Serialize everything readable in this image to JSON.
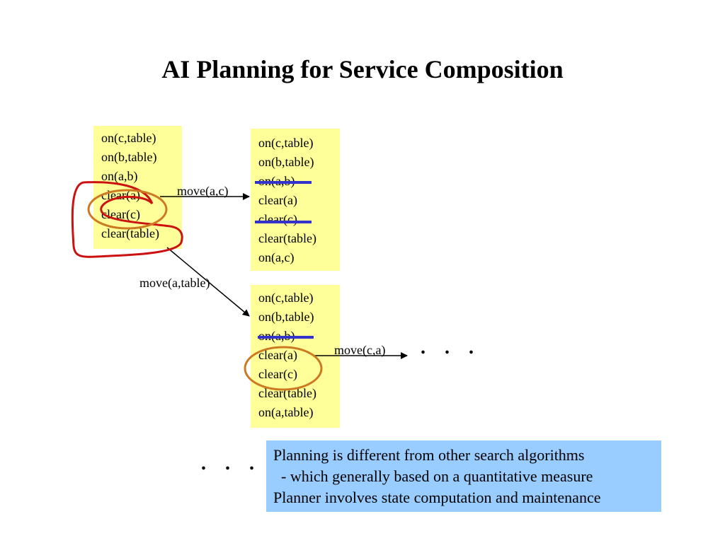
{
  "title": "AI Planning for Service Composition",
  "states": {
    "initial": [
      "on(c,table)",
      "on(b,table)",
      "on(a,b)",
      "clear(a)",
      "clear(c)",
      "clear(table)"
    ],
    "after_move_a_c": [
      "on(c,table)",
      "on(b,table)",
      "on(a,b)",
      "clear(a)",
      "clear(c)",
      "clear(table)",
      "on(a,c)"
    ],
    "after_move_a_table": [
      "on(c,table)",
      "on(b,table)",
      "on(a,b)",
      "clear(a)",
      "clear(c)",
      "clear(table)",
      "on(a,table)"
    ]
  },
  "actions": {
    "move_a_c": "move(a,c)",
    "move_a_table": "move(a,table)",
    "move_c_a": "move(c,a)"
  },
  "ellipsis": ". . .",
  "notes": [
    "Planning is different from other search algorithms",
    "  - which generally based on a quantitative measure",
    "Planner involves state computation and maintenance"
  ],
  "colors": {
    "state_box": "#ffff99",
    "notes_box": "#99ccff",
    "strike": "#3333cc",
    "circle_red": "#cc1111",
    "circle_orange": "#cc7a22"
  }
}
